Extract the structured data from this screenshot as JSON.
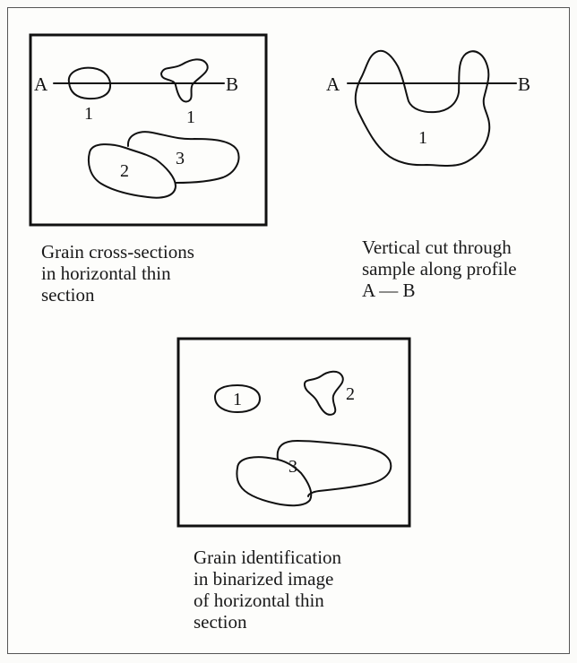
{
  "panel_a": {
    "endpoint_a": "A",
    "endpoint_b": "B",
    "grain_labels": [
      "1",
      "1",
      "2",
      "3"
    ],
    "caption": [
      "Grain cross-sections",
      "in horizontal thin",
      "section"
    ]
  },
  "panel_b": {
    "endpoint_a": "A",
    "endpoint_b": "B",
    "grain_label": "1",
    "caption": [
      "Vertical cut through",
      "sample along profile",
      "A — B"
    ]
  },
  "panel_c": {
    "grain_labels": [
      "1",
      "2",
      "3"
    ],
    "caption": [
      "Grain identification",
      "in binarized image",
      "of horizontal thin",
      "section"
    ]
  }
}
